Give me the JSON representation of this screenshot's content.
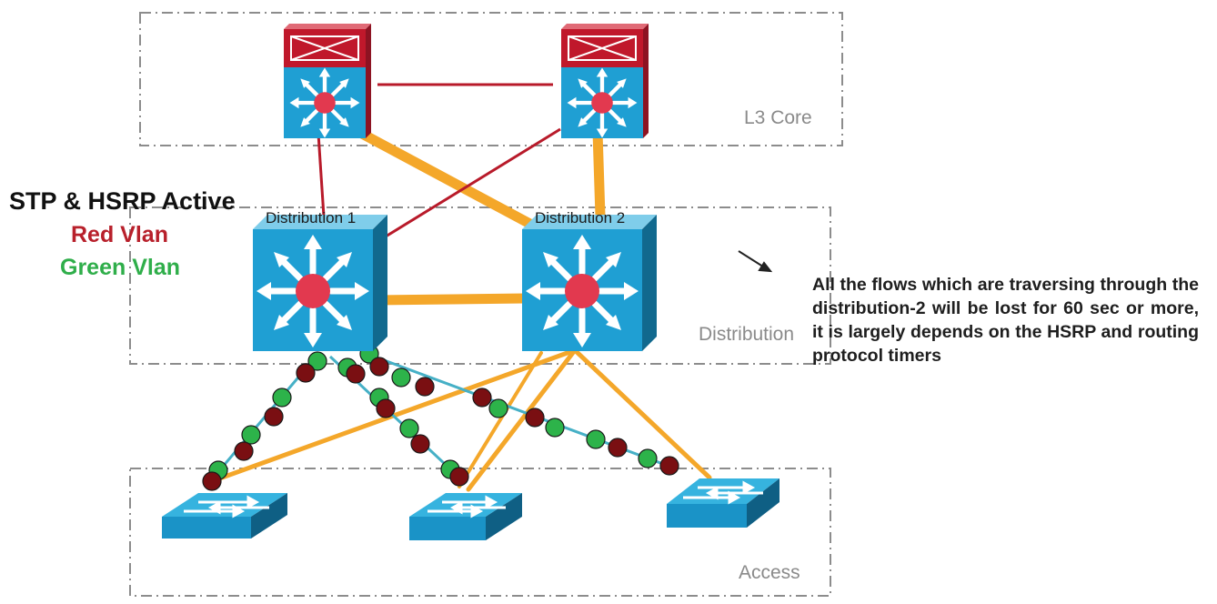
{
  "tiers": {
    "core": "L3 Core",
    "distribution": "Distribution",
    "access": "Access"
  },
  "devices": {
    "distribution_1": "Distribution 1",
    "distribution_2": "Distribution 2"
  },
  "legend": {
    "title": "STP & HSRP Active",
    "red": "Red Vlan",
    "green": "Green Vlan"
  },
  "note": "All the flows which are traversing through the distribution-2 will be lost for 60 sec or more, it is largely depends on the HSRP and routing protocol timers",
  "colors": {
    "red_vlan": "#7a0f12",
    "green_vlan": "#2db34a",
    "link_orange": "#f4a72a",
    "core_red": "#c0182b",
    "device_blue": "#1f9fd3"
  }
}
